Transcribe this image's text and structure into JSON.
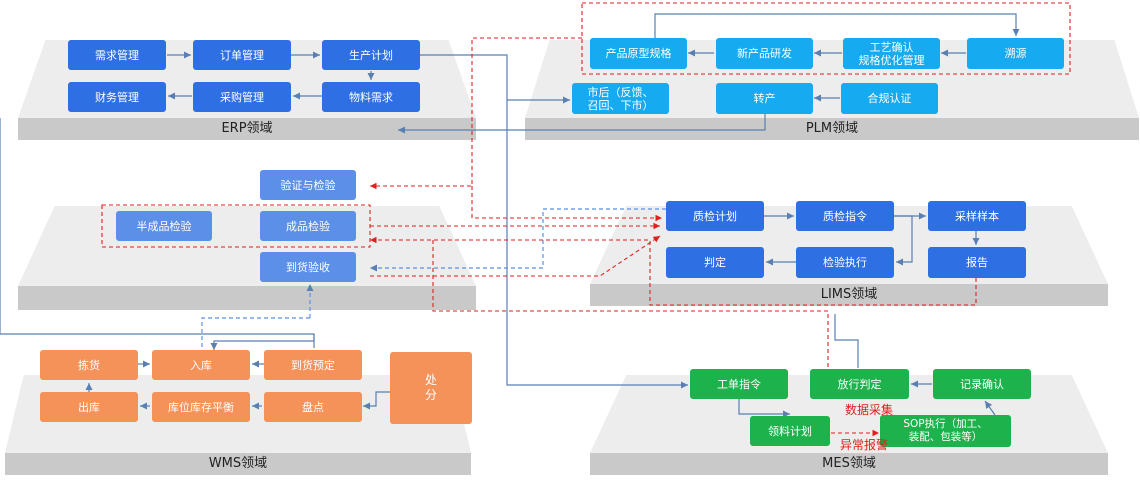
{
  "domains": {
    "erp": "ERP领域",
    "plm": "PLM领域",
    "lims": "LIMS领域",
    "wms": "WMS领域",
    "mes": "MES领域"
  },
  "erp": {
    "demand": "需求管理",
    "order": "订单管理",
    "production_plan": "生产计划",
    "finance": "财务管理",
    "purchase": "采购管理",
    "material_demand": "物料需求"
  },
  "plm": {
    "prototype_spec": "产品原型规格",
    "new_product_dev": "新产品研发",
    "process_confirm": "工艺确认\n规格优化管理",
    "traceability": "溯源",
    "after_sales": "市后（反馈、\n召回、下市）",
    "transfer": "转产",
    "compliance": "合规认证"
  },
  "lims_left": {
    "verify_inspect": "验证与检验",
    "semi_inspect": "半成品检验",
    "finished_inspect": "成品检验",
    "incoming_inspect": "到货验收"
  },
  "lims": {
    "qc_plan": "质检计划",
    "qc_instruction": "质检指令",
    "sampling": "采样样本",
    "judgement": "判定",
    "inspect_exec": "检验执行",
    "report": "报告"
  },
  "wms": {
    "picking": "拣货",
    "inbound": "入库",
    "arrival_booking": "到货预定",
    "outbound": "出库",
    "balance": "库位库存平衡",
    "stocktake": "盘点",
    "disposal": "处\n分"
  },
  "mes": {
    "work_order": "工单指令",
    "release_judge": "放行判定",
    "record_confirm": "记录确认",
    "material_plan": "领料计划",
    "sop_exec": "SOP执行（加工、\n装配、包装等）",
    "data_collect": "数据采集",
    "exception_alarm": "异常报警"
  },
  "colors": {
    "blue": "#2f6fe4",
    "cyan": "#16aaf0",
    "orange": "#f5925a",
    "green": "#1db24c",
    "red_dashed": "#e0201c",
    "gray_line": "#5a7fb3"
  }
}
